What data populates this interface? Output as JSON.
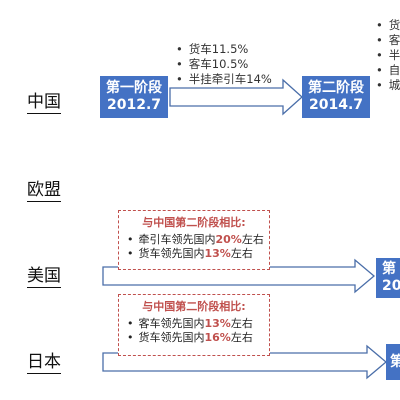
{
  "countries": {
    "china": "中国",
    "eu": "欧盟",
    "us": "美国",
    "japan": "日本"
  },
  "china": {
    "stage1": {
      "title": "第一阶段",
      "year": "2012.7"
    },
    "stage2": {
      "title": "第二阶段",
      "year": "2014.7"
    },
    "stage1_bullets": [
      "货车11.5%",
      "客车10.5%",
      "半挂牵引车14%"
    ],
    "stage2_bullets_partial": [
      "货",
      "客",
      "半",
      "自",
      "城"
    ]
  },
  "us": {
    "stage_partial": {
      "title": "第",
      "year": "20"
    },
    "callout": {
      "title": "与中国第二阶段相比:",
      "items": [
        {
          "pre": "牵引车领先国内",
          "hl": "20%",
          "post": "左右"
        },
        {
          "pre": "货车领先国内",
          "hl": "13%",
          "post": "左右"
        }
      ]
    }
  },
  "japan": {
    "stage_partial": {
      "title": "第"
    },
    "callout": {
      "title": "与中国第二阶段相比:",
      "items": [
        {
          "pre": "客车领先国内",
          "hl": "13%",
          "post": "左右"
        },
        {
          "pre": "货车领先国内",
          "hl": "16%",
          "post": "左右"
        }
      ]
    }
  },
  "colors": {
    "stage_box": "#4472c4",
    "arrow_stroke": "#4a6ea9",
    "callout_red": "#c0504d"
  }
}
